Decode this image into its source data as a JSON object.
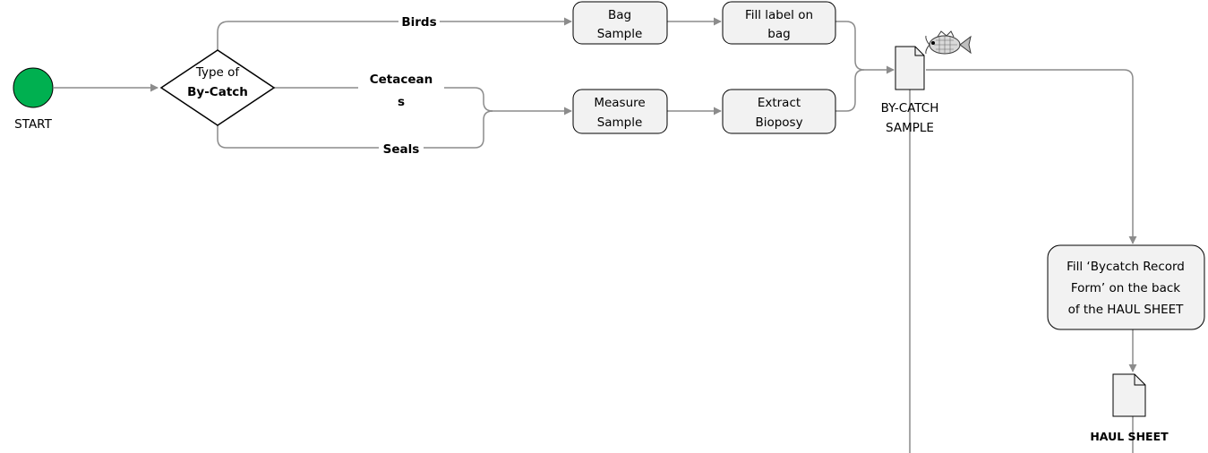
{
  "diagram": {
    "start": {
      "label": "START",
      "color": "#00b050"
    },
    "decision": {
      "line1": "Type of",
      "line2": "By-Catch"
    },
    "branches": {
      "birds": "Birds",
      "cetaceans_1": "Cetacean",
      "cetaceans_2": "s",
      "seals": "Seals"
    },
    "steps": {
      "bag_sample": [
        "Bag",
        "Sample"
      ],
      "fill_label": [
        "Fill label on",
        "bag"
      ],
      "measure_sample": [
        "Measure",
        "Sample"
      ],
      "extract_biopsy": [
        "Extract",
        "Bioposy"
      ],
      "bycatch_record": [
        "Fill ‘Bycatch Record",
        "Form’ on the back",
        "of the HAUL SHEET"
      ]
    },
    "documents": {
      "bycatch_sample": [
        "BY-CATCH",
        "SAMPLE"
      ],
      "haul_sheet": "HAUL SHEET"
    },
    "icons": {
      "fish": "fish-icon"
    },
    "colors": {
      "connector": "#8c8c8c",
      "box_fill": "#f2f2f2",
      "start_fill": "#00b050"
    }
  }
}
